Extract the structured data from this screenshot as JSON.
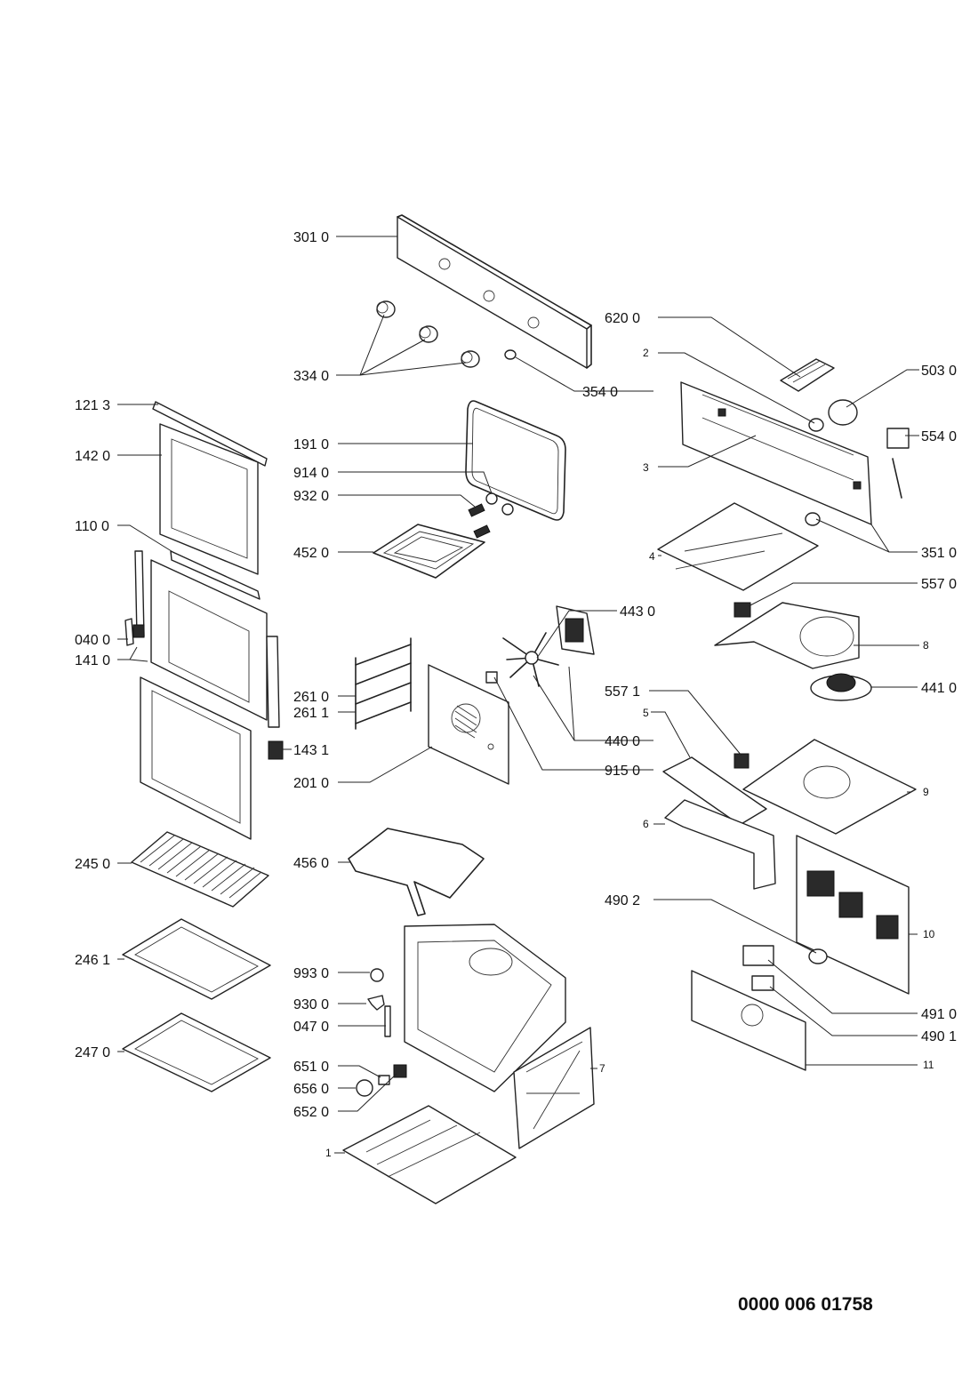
{
  "document_number": "0000 006 01758",
  "callouts": {
    "p301_0": "301 0",
    "p334_0": "334 0",
    "p354_0": "354 0",
    "p620_0": "620 0",
    "p2": "2",
    "p503_0": "503 0",
    "p554_0": "554 0",
    "p3": "3",
    "p121_3": "121 3",
    "p142_0": "142 0",
    "p191_0": "191 0",
    "p914_0": "914 0",
    "p932_0": "932 0",
    "p110_0": "110 0",
    "p452_0": "452 0",
    "p4": "4",
    "p351_0": "351 0",
    "p557_0": "557 0",
    "p443_0": "443 0",
    "p040_0": "040 0",
    "p8": "8",
    "p141_0": "141 0",
    "p261_0": "261 0",
    "p261_1": "261 1",
    "p557_1": "557 1",
    "p441_0": "441 0",
    "p5": "5",
    "p440_0": "440 0",
    "p143_1": "143 1",
    "p915_0": "915 0",
    "p201_0": "201 0",
    "p9": "9",
    "p6": "6",
    "p245_0": "245 0",
    "p456_0": "456 0",
    "p490_2": "490 2",
    "p10": "10",
    "p246_1": "246 1",
    "p993_0": "993 0",
    "p930_0": "930 0",
    "p491_0": "491 0",
    "p047_0": "047 0",
    "p490_1": "490 1",
    "p247_0": "247 0",
    "p7": "7",
    "p11": "11",
    "p651_0": "651 0",
    "p656_0": "656 0",
    "p652_0": "652 0",
    "p1": "1"
  }
}
